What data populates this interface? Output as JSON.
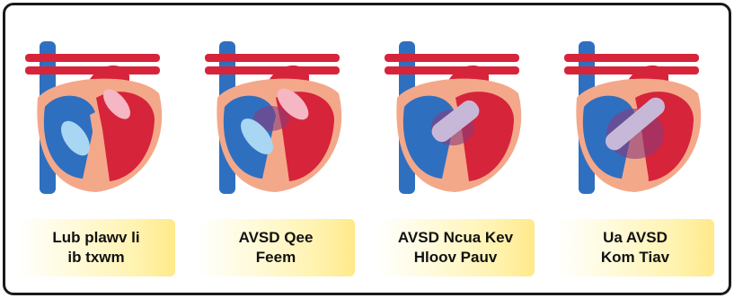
{
  "colors": {
    "vein_blue": "#2f6fc0",
    "artery_red": "#d6243a",
    "muscle_pink": "#f4a88a",
    "valve_light_blue": "#a9d6f2",
    "valve_light_pink": "#f5b7c3",
    "label_yellow": "#fff3b0",
    "frame": "#1a1a1a"
  },
  "panels": [
    {
      "label": "Lub plawv li\nib txwm",
      "septal_defect": "none"
    },
    {
      "label": "AVSD Qee\nFeem",
      "septal_defect": "partial"
    },
    {
      "label": "AVSD Ncua Kev\nHloov Pauv",
      "septal_defect": "transitional"
    },
    {
      "label": "Ua AVSD\nKom Tiav",
      "septal_defect": "complete"
    }
  ]
}
